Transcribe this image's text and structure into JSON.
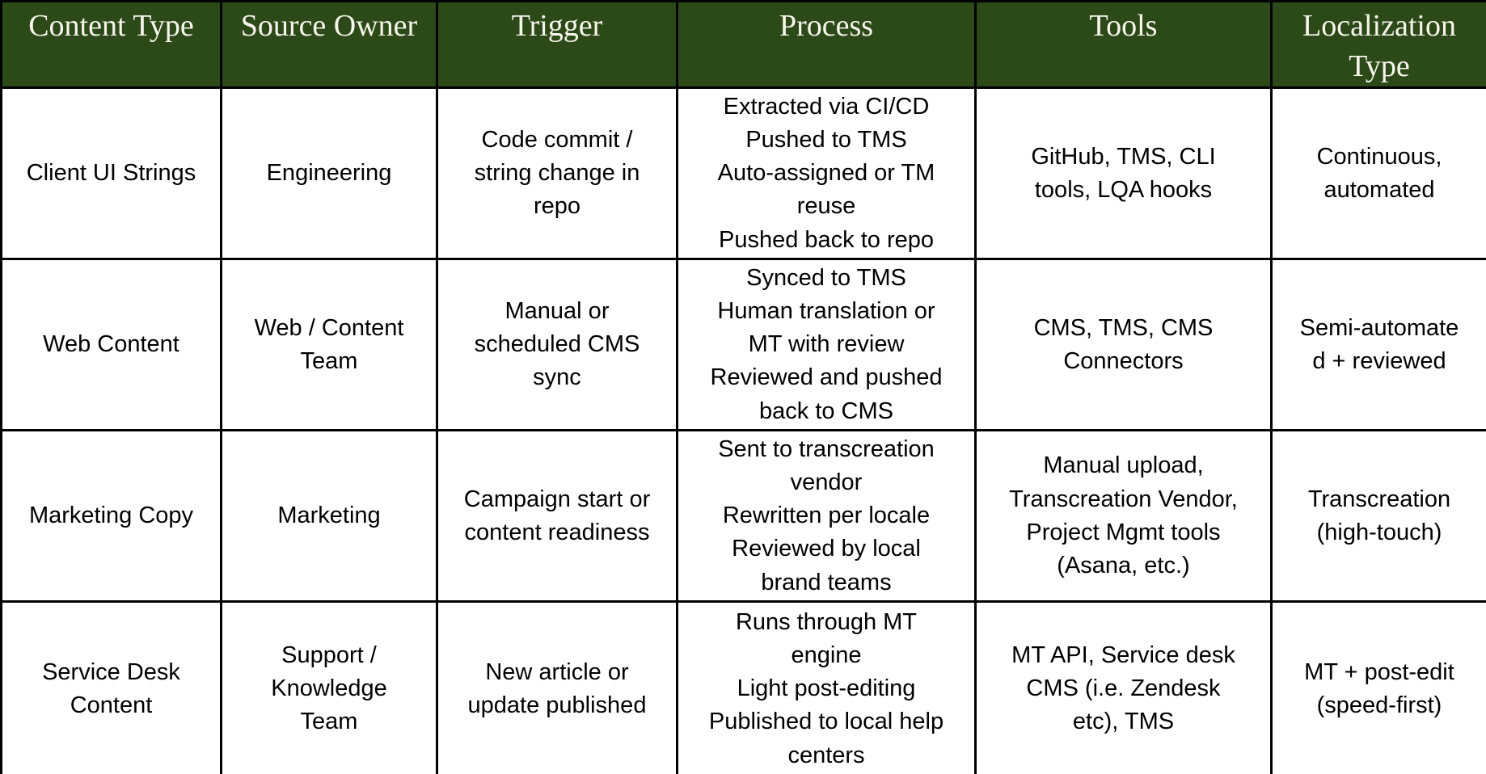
{
  "colors": {
    "header_bg": "#2c4a18",
    "header_text": "#f7f5ec",
    "border": "#000000",
    "body_bg": "#ffffff",
    "body_text": "#000000"
  },
  "table": {
    "headers": [
      "Content Type",
      "Source Owner",
      "Trigger",
      "Process",
      "Tools",
      "Localization Type"
    ],
    "rows": [
      [
        "Client UI Strings",
        "Engineering",
        "Code commit /\nstring change in\nrepo",
        "Extracted via CI/CD\nPushed to TMS\nAuto-assigned or TM\nreuse\nPushed back to repo",
        "GitHub, TMS, CLI\ntools, LQA hooks",
        "Continuous,\nautomated"
      ],
      [
        "Web Content",
        "Web / Content\nTeam",
        "Manual or\nscheduled CMS\nsync",
        "Synced to TMS\nHuman translation or\nMT with review\nReviewed and pushed\nback to CMS",
        "CMS, TMS, CMS\nConnectors",
        "Semi-automate\nd + reviewed"
      ],
      [
        "Marketing Copy",
        "Marketing",
        "Campaign start or\ncontent readiness",
        "Sent to transcreation\nvendor\nRewritten per locale\nReviewed by local\nbrand teams",
        "Manual upload,\nTranscreation Vendor,\nProject Mgmt tools\n(Asana, etc.)",
        "Transcreation\n(high-touch)"
      ],
      [
        "Service Desk\nContent",
        "Support /\nKnowledge\nTeam",
        "New article or\nupdate published",
        "Runs through MT\nengine\nLight post-editing\nPublished to local help\ncenters",
        "MT API, Service desk\nCMS (i.e. Zendesk\netc), TMS",
        "MT + post-edit\n(speed-first)"
      ]
    ]
  }
}
